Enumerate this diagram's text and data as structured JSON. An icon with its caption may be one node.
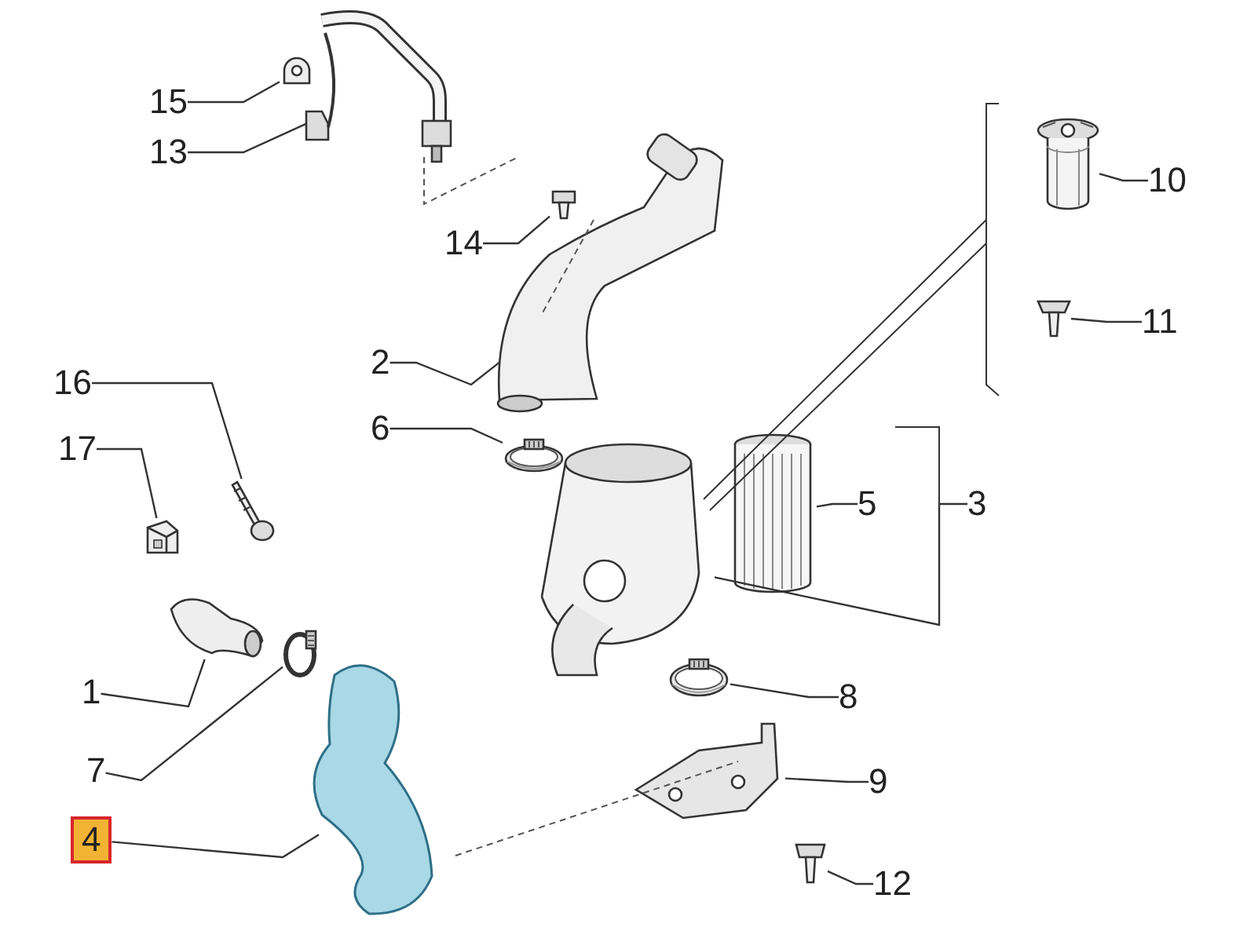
{
  "diagram": {
    "nodes": [
      {
        "text": [
          "15"
        ]
      },
      {
        "text": [
          "13"
        ]
      },
      {
        "text": [
          "14"
        ]
      },
      {
        "text": [
          "10"
        ]
      },
      {
        "text": [
          "11"
        ]
      },
      {
        "text": [
          "2"
        ]
      },
      {
        "text": [
          "16"
        ]
      },
      {
        "text": [
          "6"
        ]
      },
      {
        "text": [
          "17"
        ]
      },
      {
        "text": [
          "5"
        ]
      },
      {
        "text": [
          "3"
        ]
      },
      {
        "text": [
          "1"
        ]
      },
      {
        "text": [
          "8"
        ]
      },
      {
        "text": [
          "7"
        ]
      },
      {
        "text": [
          "9"
        ]
      },
      {
        "text": [
          "4"
        ]
      },
      {
        "text": [
          "12"
        ]
      },
      {
        "text": [],
        "shape": "picture"
      },
      {
        "text": [],
        "shape": "picture"
      },
      {
        "text": [],
        "shape": "picture"
      },
      {
        "text": [],
        "shape": "picture"
      },
      {
        "text": [],
        "shape": "picture"
      },
      {
        "text": [],
        "shape": "picture"
      },
      {
        "text": [],
        "shape": "picture"
      },
      {
        "text": [],
        "shape": "picture"
      },
      {
        "text": [],
        "shape": "picture"
      },
      {
        "text": [],
        "shape": "picture"
      },
      {
        "text": [],
        "shape": "picture"
      },
      {
        "text": [],
        "shape": "picture"
      },
      {
        "text": [],
        "shape": "picture"
      },
      {
        "text": [],
        "shape": "picture"
      },
      {
        "text": [],
        "shape": "picture"
      },
      {
        "text": [],
        "shape": "picture"
      },
      {
        "text": [],
        "shape": "picture"
      }
    ],
    "edges": [
      {
        "from": 0,
        "to": 17,
        "arrow": "none"
      },
      {
        "from": 1,
        "to": 18,
        "arrow": "none"
      },
      {
        "from": 2,
        "to": 19,
        "arrow": "none"
      },
      {
        "from": 3,
        "to": 20,
        "arrow": "none"
      },
      {
        "from": 4,
        "to": 21,
        "arrow": "none"
      },
      {
        "from": 5,
        "to": 22,
        "arrow": "none"
      },
      {
        "from": 6,
        "to": 23,
        "arrow": "none"
      },
      {
        "from": 7,
        "to": 24,
        "arrow": "none"
      },
      {
        "from": 8,
        "to": 25,
        "arrow": "none"
      },
      {
        "from": 9,
        "to": 26,
        "arrow": "none"
      },
      {
        "from": 10,
        "to": 27,
        "arrow": "none"
      },
      {
        "from": 11,
        "to": 28,
        "arrow": "none"
      },
      {
        "from": 12,
        "to": 29,
        "arrow": "none"
      },
      {
        "from": 13,
        "to": 30,
        "arrow": "none"
      },
      {
        "from": 14,
        "to": 31,
        "arrow": "none"
      },
      {
        "from": 15,
        "to": 32,
        "arrow": "none"
      },
      {
        "from": 16,
        "to": 33,
        "arrow": "none"
      }
    ]
  }
}
